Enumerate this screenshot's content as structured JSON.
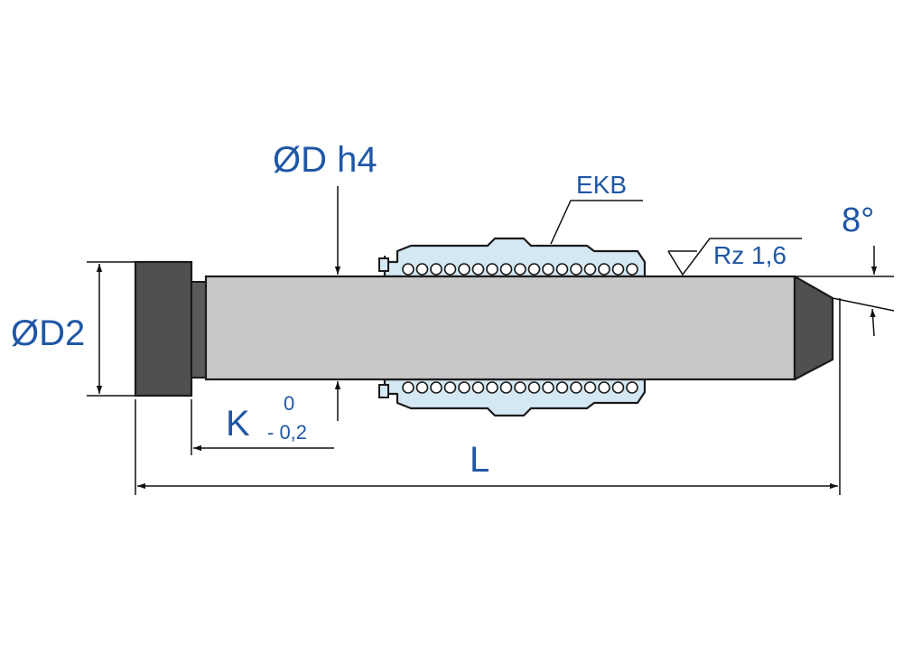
{
  "labels": {
    "bore_diameter": "ØD h4",
    "head_diameter": "ØD2",
    "bushing": "EKB",
    "chamfer_angle": "8°",
    "roughness": "Rz 1,6",
    "head_length": "K",
    "tolerance_upper": "0",
    "tolerance_lower": "- 0,2",
    "total_length": "L"
  },
  "colors": {
    "dimension_text": "#1f57a6",
    "head": "#505050",
    "shaft": "#c8c8c8",
    "bushing_body": "#d4e8f4",
    "outline": "#1a1a1a"
  }
}
